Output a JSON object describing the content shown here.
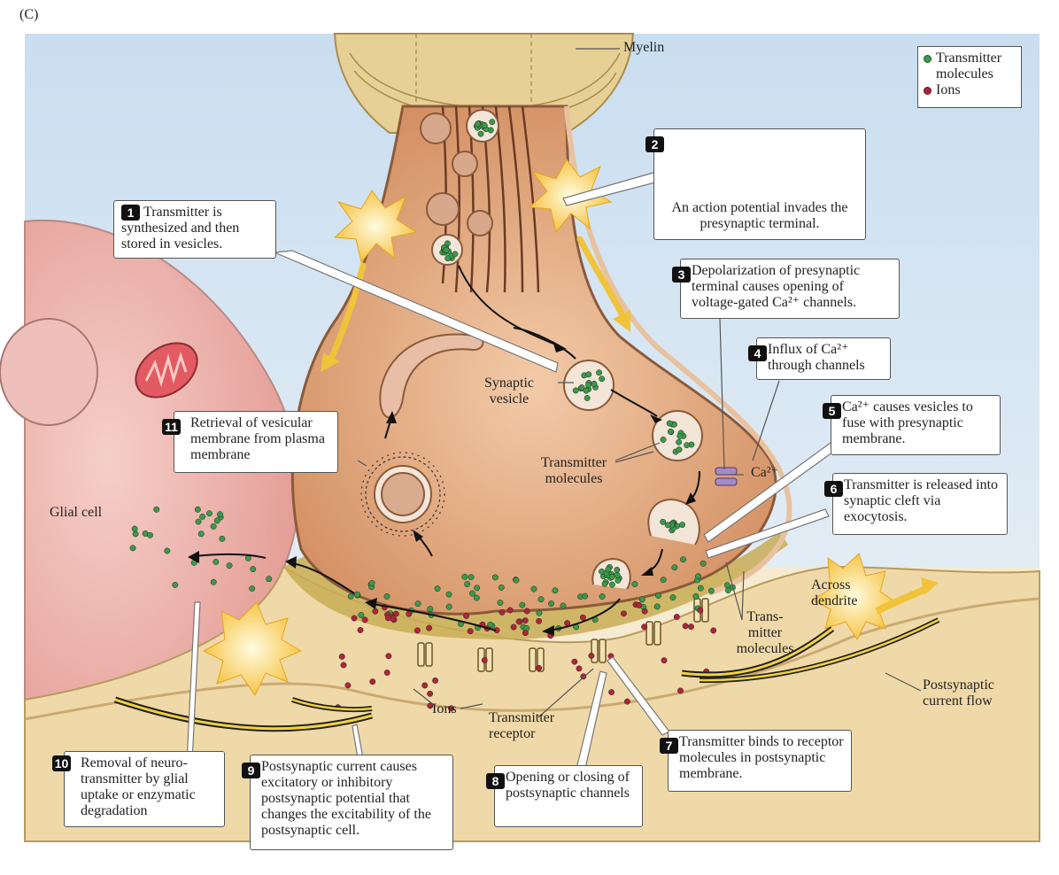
{
  "panel_label": "(C)",
  "legend": {
    "transmitter": "Transmitter molecules",
    "ions": "Ions",
    "transmitter_color": "#3a9a4a",
    "ion_color": "#b0243a"
  },
  "labels": {
    "myelin": "Myelin",
    "glial_cell": "Glial cell",
    "synaptic_vesicle": "Synaptic vesicle",
    "transmitter_molecules_center": "Transmitter molecules",
    "ca2plus": "Ca²⁺",
    "across_dendrite": "Across dendrite",
    "trans_mitter_molecules": "Trans- mitter molecules",
    "postsynaptic_current_flow": "Postsynaptic current flow",
    "ions": "Ions",
    "transmitter_receptor": "Transmitter receptor"
  },
  "steps": [
    {
      "n": "1",
      "text": "Transmitter is synthesized and then stored in vesicles."
    },
    {
      "n": "2",
      "text": "An action potential invades the presynaptic terminal."
    },
    {
      "n": "3",
      "text": "Depolarization of presynaptic terminal causes opening of voltage-gated Ca²⁺ channels."
    },
    {
      "n": "4",
      "text": "Influx of Ca²⁺ through channels"
    },
    {
      "n": "5",
      "text": "Ca²⁺ causes vesicles to fuse with presynaptic membrane."
    },
    {
      "n": "6",
      "text": "Transmitter is released into synaptic cleft via exocytosis."
    },
    {
      "n": "7",
      "text": "Transmitter binds to receptor molecules in postsynaptic membrane."
    },
    {
      "n": "8",
      "text": "Opening or closing of postsynaptic channels"
    },
    {
      "n": "9",
      "text": "Postsynaptic current causes excitatory or inhibitory postsynaptic potential that changes the excitability of the postsynaptic cell."
    },
    {
      "n": "10",
      "text": "Removal of neuro- transmitter by glial uptake or enzymatic degradation"
    },
    {
      "n": "11",
      "text": "Retrieval of vesicular membrane from plasma membrane"
    }
  ],
  "colors": {
    "sky": "#d7e6f1",
    "terminal": "#d9a17a",
    "glial": "#eab3ad",
    "postsynaptic": "#f1dcae",
    "cleft": "#c8ad55",
    "myelin": "#e7d095"
  }
}
